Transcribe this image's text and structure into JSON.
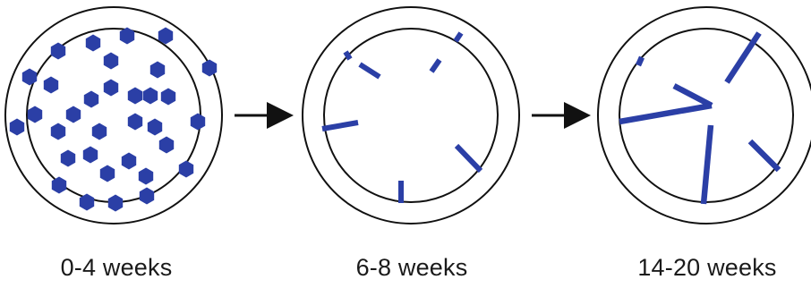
{
  "colors": {
    "mark": "#2b3fa6",
    "outline": "#111111",
    "arrow": "#111111",
    "background": "#ffffff"
  },
  "stages": [
    {
      "label": "0-4 weeks",
      "marker": "hexagon-cells"
    },
    {
      "label": "6-8 weeks",
      "marker": "short-rod-cells"
    },
    {
      "label": "14-20 weeks",
      "marker": "long-rod-cells"
    }
  ],
  "arrows": [
    {
      "icon": "right-arrow-icon"
    },
    {
      "icon": "right-arrow-icon"
    }
  ]
}
